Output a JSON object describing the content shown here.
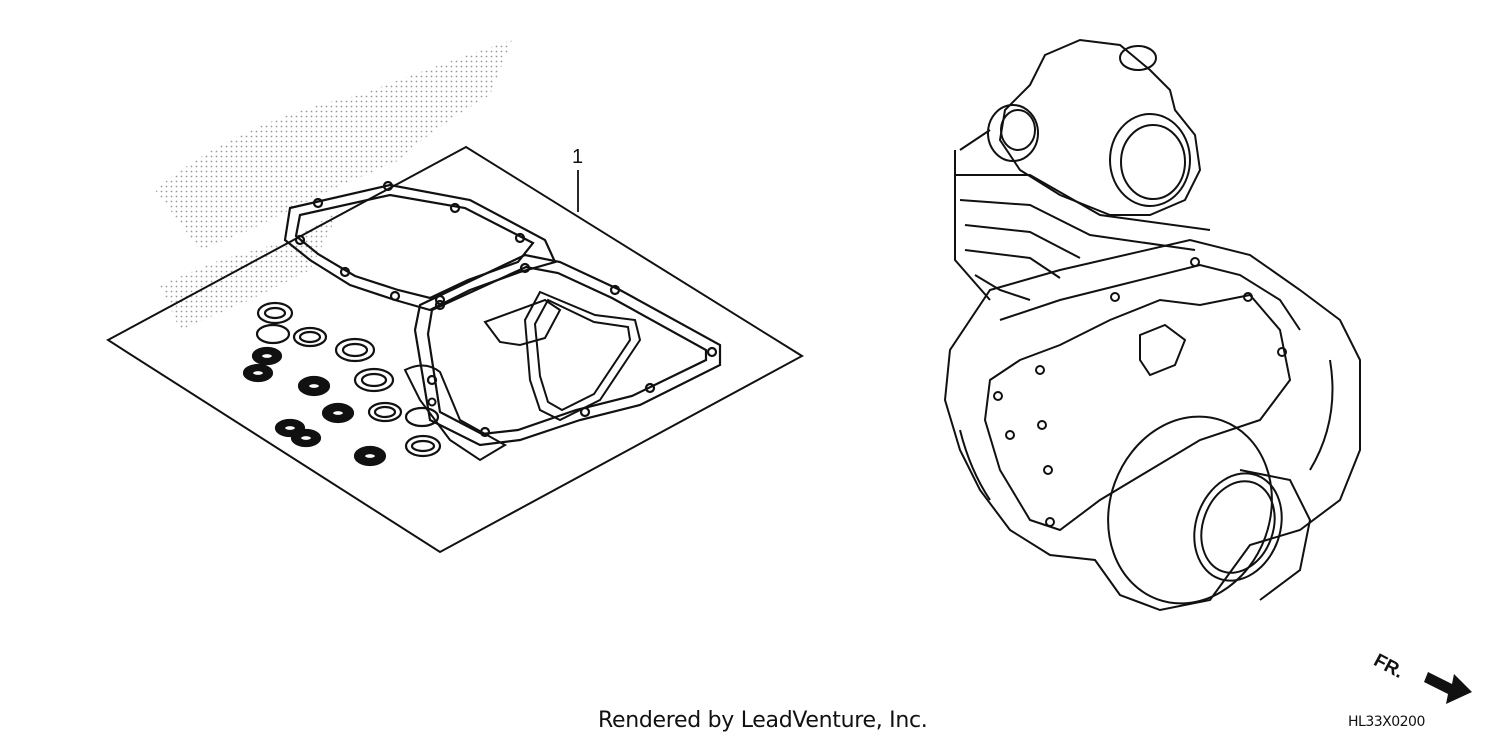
{
  "diagram": {
    "callout_number": "1",
    "credit_text": "Rendered by LeadVenture, Inc.",
    "front_label": "FR.",
    "diagram_code": "HL33X0200"
  },
  "colors": {
    "line": "#111111",
    "background": "#ffffff",
    "shading": "#9a9a9a"
  },
  "icons": {
    "front_arrow": "arrow-right-icon"
  }
}
